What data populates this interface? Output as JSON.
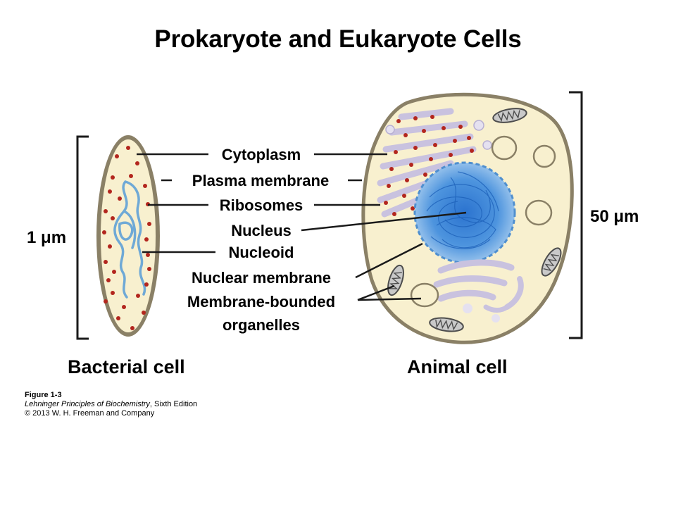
{
  "title": "Prokaryote and Eukaryote Cells",
  "labels": [
    "Cytoplasm",
    "Plasma membrane",
    "Ribosomes",
    "Nucleus",
    "Nucleoid",
    "Nuclear membrane",
    "Membrane-bounded",
    "organelles"
  ],
  "scales": {
    "bacterial": "1 μm",
    "animal": "50 μm"
  },
  "cells": {
    "bacterial": "Bacterial cell",
    "animal": "Animal cell"
  },
  "credit": {
    "figure": "Figure 1-3",
    "book_title": "Lehninger Principles of Biochemistry",
    "edition": ", Sixth Edition",
    "copyright": "© 2013 W. H. Freeman and Company"
  },
  "colors": {
    "cytoplasm": "#f8f0cf",
    "membrane": "#8a8066",
    "ribosome": "#b3261e",
    "nucleoid": "#6fa9d6",
    "nucleus": "#2f7fd3",
    "organelle": "#dcd7ea"
  }
}
